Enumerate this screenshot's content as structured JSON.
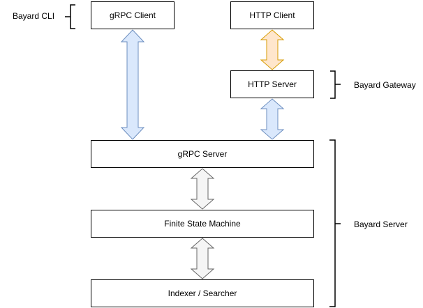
{
  "boxes": {
    "grpc_client": "gRPC Client",
    "http_client": "HTTP Client",
    "http_server": "HTTP Server",
    "grpc_server": "gRPC Server",
    "fsm": "Finite State Machine",
    "indexer": "Indexer / Searcher"
  },
  "groups": {
    "cli": "Bayard CLI",
    "gateway": "Bayard Gateway",
    "server": "Bayard Server"
  },
  "arrow_colors": {
    "blue_fill": "#dae8fc",
    "blue_stroke": "#6c8ebf",
    "orange_fill": "#ffe6cc",
    "orange_stroke": "#d79b00",
    "gray_fill": "#f5f5f5",
    "gray_stroke": "#666666"
  }
}
